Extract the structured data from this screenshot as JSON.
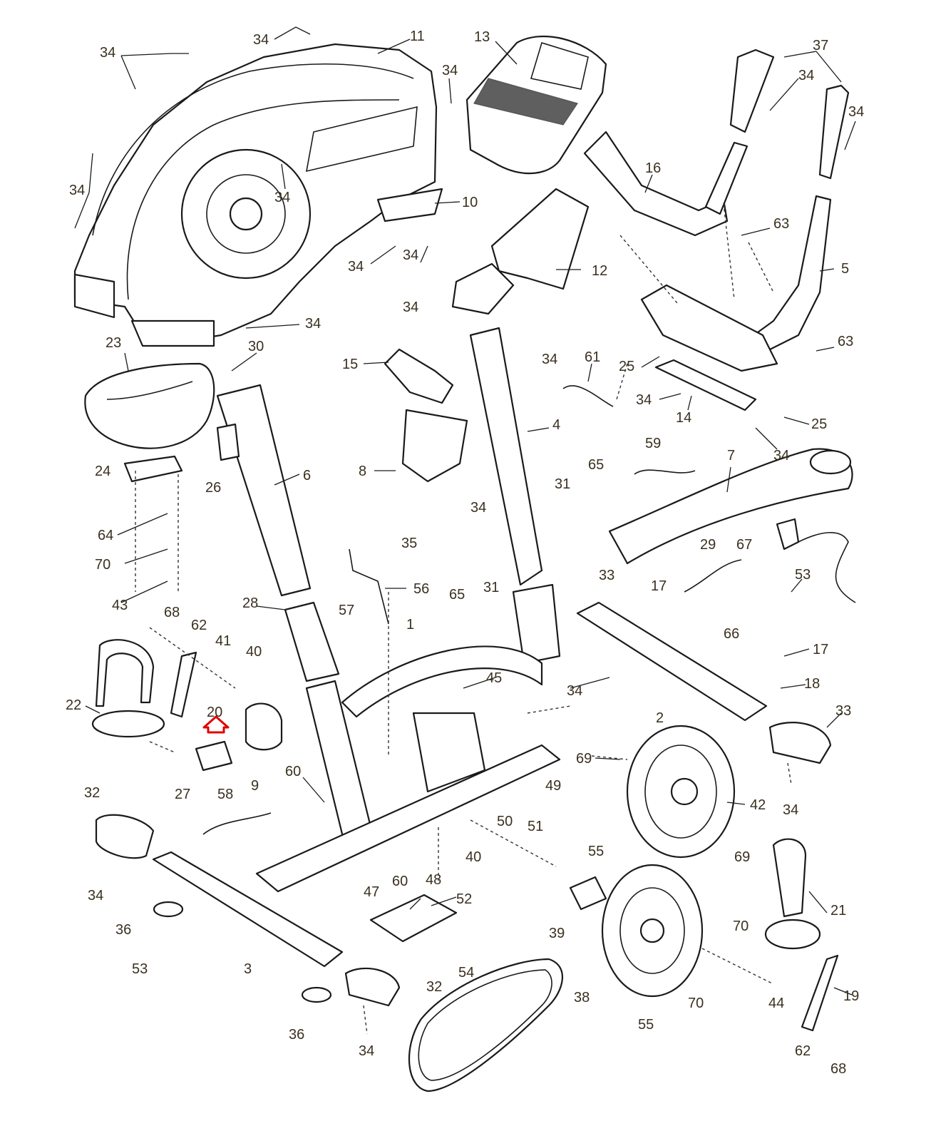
{
  "diagram": {
    "highlight": {
      "part": "20",
      "color": "#e00000"
    },
    "callouts": [
      {
        "id": "c-34-top",
        "text": "34"
      },
      {
        "id": "c-11",
        "text": "11"
      },
      {
        "id": "c-34-left-top",
        "text": "34"
      },
      {
        "id": "c-13",
        "text": "13"
      },
      {
        "id": "c-37",
        "text": "37"
      },
      {
        "id": "c-34-r1",
        "text": "34"
      },
      {
        "id": "c-34-r2",
        "text": "34"
      },
      {
        "id": "c-34-shroud-r",
        "text": "34"
      },
      {
        "id": "c-34-left-mid",
        "text": "34"
      },
      {
        "id": "c-34-disc",
        "text": "34"
      },
      {
        "id": "c-16",
        "text": "16"
      },
      {
        "id": "c-10",
        "text": "10"
      },
      {
        "id": "c-63-a",
        "text": "63"
      },
      {
        "id": "c-5",
        "text": "5"
      },
      {
        "id": "c-34-b1",
        "text": "34"
      },
      {
        "id": "c-34-b2",
        "text": "34"
      },
      {
        "id": "c-12",
        "text": "12"
      },
      {
        "id": "c-34-b3",
        "text": "34"
      },
      {
        "id": "c-34-bottom-left",
        "text": "34"
      },
      {
        "id": "c-63-b",
        "text": "63"
      },
      {
        "id": "c-23",
        "text": "23"
      },
      {
        "id": "c-30",
        "text": "30"
      },
      {
        "id": "c-15",
        "text": "15"
      },
      {
        "id": "c-34-b4",
        "text": "34"
      },
      {
        "id": "c-61",
        "text": "61"
      },
      {
        "id": "c-25-a",
        "text": "25"
      },
      {
        "id": "c-34-b5",
        "text": "34"
      },
      {
        "id": "c-14",
        "text": "14"
      },
      {
        "id": "c-25-b",
        "text": "25"
      },
      {
        "id": "c-34-b6",
        "text": "34"
      },
      {
        "id": "c-4",
        "text": "4"
      },
      {
        "id": "c-26",
        "text": "26"
      },
      {
        "id": "c-24",
        "text": "24"
      },
      {
        "id": "c-6",
        "text": "6"
      },
      {
        "id": "c-8",
        "text": "8"
      },
      {
        "id": "c-59",
        "text": "59"
      },
      {
        "id": "c-7",
        "text": "7"
      },
      {
        "id": "c-65-a",
        "text": "65"
      },
      {
        "id": "c-31-a",
        "text": "31"
      },
      {
        "id": "c-64",
        "text": "64"
      },
      {
        "id": "c-34-b7",
        "text": "34"
      },
      {
        "id": "c-70-a",
        "text": "70"
      },
      {
        "id": "c-35",
        "text": "35"
      },
      {
        "id": "c-29",
        "text": "29"
      },
      {
        "id": "c-67",
        "text": "67"
      },
      {
        "id": "c-43",
        "text": "43"
      },
      {
        "id": "c-56",
        "text": "56"
      },
      {
        "id": "c-57",
        "text": "57"
      },
      {
        "id": "c-65-b",
        "text": "65"
      },
      {
        "id": "c-31-b",
        "text": "31"
      },
      {
        "id": "c-28",
        "text": "28"
      },
      {
        "id": "c-33-a",
        "text": "33"
      },
      {
        "id": "c-17-a",
        "text": "17"
      },
      {
        "id": "c-53-a",
        "text": "53"
      },
      {
        "id": "c-1",
        "text": "1"
      },
      {
        "id": "c-68-a",
        "text": "68"
      },
      {
        "id": "c-62-a",
        "text": "62"
      },
      {
        "id": "c-66",
        "text": "66"
      },
      {
        "id": "c-41",
        "text": "41"
      },
      {
        "id": "c-40-a",
        "text": "40"
      },
      {
        "id": "c-17-b",
        "text": "17"
      },
      {
        "id": "c-34-b8",
        "text": "34"
      },
      {
        "id": "c-18",
        "text": "18"
      },
      {
        "id": "c-22",
        "text": "22"
      },
      {
        "id": "c-20",
        "text": "20"
      },
      {
        "id": "c-45",
        "text": "45"
      },
      {
        "id": "c-2",
        "text": "2"
      },
      {
        "id": "c-33-b",
        "text": "33"
      },
      {
        "id": "c-69-a",
        "text": "69"
      },
      {
        "id": "c-60-a",
        "text": "60"
      },
      {
        "id": "c-27",
        "text": "27"
      },
      {
        "id": "c-9",
        "text": "9"
      },
      {
        "id": "c-49",
        "text": "49"
      },
      {
        "id": "c-32-a",
        "text": "32"
      },
      {
        "id": "c-58",
        "text": "58"
      },
      {
        "id": "c-42",
        "text": "42"
      },
      {
        "id": "c-34-b9",
        "text": "34"
      },
      {
        "id": "c-50",
        "text": "50"
      },
      {
        "id": "c-51",
        "text": "51"
      },
      {
        "id": "c-40-b",
        "text": "40"
      },
      {
        "id": "c-69-b",
        "text": "69"
      },
      {
        "id": "c-34-b10",
        "text": "34"
      },
      {
        "id": "c-60-b",
        "text": "60"
      },
      {
        "id": "c-55-a",
        "text": "55"
      },
      {
        "id": "c-48",
        "text": "48"
      },
      {
        "id": "c-21",
        "text": "21"
      },
      {
        "id": "c-47",
        "text": "47"
      },
      {
        "id": "c-52",
        "text": "52"
      },
      {
        "id": "c-36-a",
        "text": "36"
      },
      {
        "id": "c-39",
        "text": "39"
      },
      {
        "id": "c-70-b",
        "text": "70"
      },
      {
        "id": "c-53-b",
        "text": "53"
      },
      {
        "id": "c-3",
        "text": "3"
      },
      {
        "id": "c-54",
        "text": "54"
      },
      {
        "id": "c-32-b",
        "text": "32"
      },
      {
        "id": "c-19",
        "text": "19"
      },
      {
        "id": "c-38",
        "text": "38"
      },
      {
        "id": "c-70-c",
        "text": "70"
      },
      {
        "id": "c-44",
        "text": "44"
      },
      {
        "id": "c-36-b",
        "text": "36"
      },
      {
        "id": "c-55-b",
        "text": "55"
      },
      {
        "id": "c-62-b",
        "text": "62"
      },
      {
        "id": "c-34-b11",
        "text": "34"
      },
      {
        "id": "c-68-b",
        "text": "68"
      }
    ]
  }
}
